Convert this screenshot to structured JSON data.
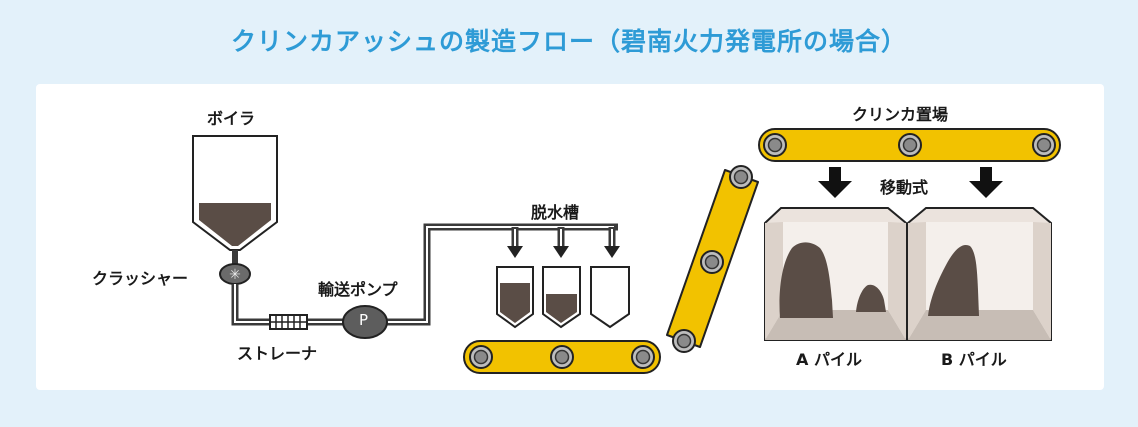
{
  "title": "クリンカアッシュの製造フロー（碧南火力発電所の場合）",
  "labels": {
    "boiler": "ボイラ",
    "crusher": "クラッシャー",
    "strainer": "ストレーナ",
    "pump": "輸送ポンプ",
    "pump_mark": "P",
    "dewater": "脱水槽",
    "yard": "クリンカ置場",
    "mobile": "移動式",
    "pile_a": "A パイル",
    "pile_b": "B パイル"
  },
  "colors": {
    "title": "#2e9bd6",
    "background": "#e3f1fa",
    "conveyor": "#f2c200",
    "ash": "#5a4d46",
    "pipe": "#3a3a3a",
    "pile_room": "#ebe3dd"
  }
}
